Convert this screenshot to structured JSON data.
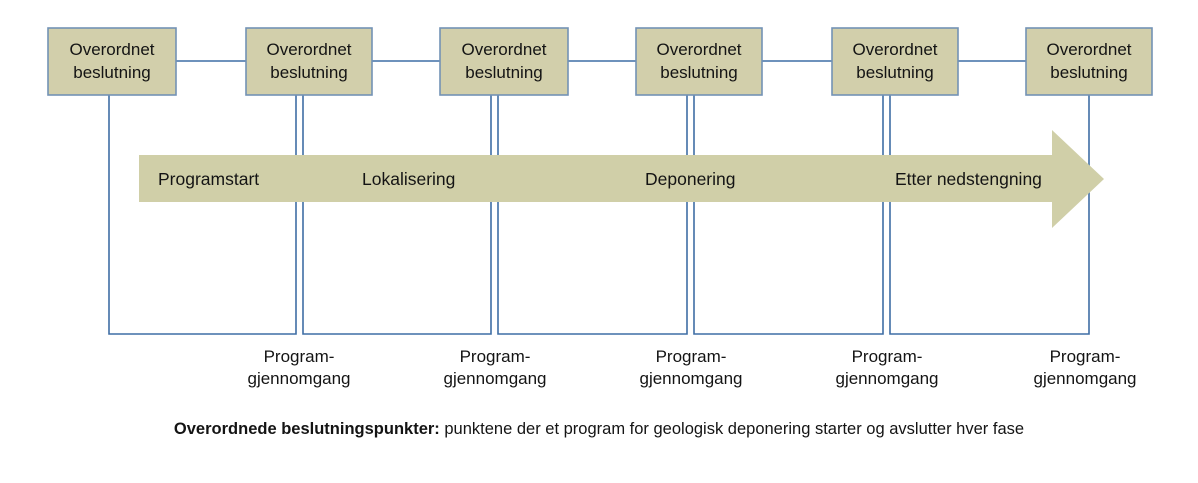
{
  "diagram": {
    "colors": {
      "box_fill": "#d2cfab",
      "box_border": "#7392b5",
      "connector": "#3f6ea5",
      "band_fill": "#d0cfa8",
      "text": "#141414",
      "background": "#ffffff"
    },
    "decision_boxes": [
      {
        "line1": "Overordnet",
        "line2": "beslutning"
      },
      {
        "line1": "Overordnet",
        "line2": "beslutning"
      },
      {
        "line1": "Overordnet",
        "line2": "beslutning"
      },
      {
        "line1": "Overordnet",
        "line2": "beslutning"
      },
      {
        "line1": "Overordnet",
        "line2": "beslutning"
      },
      {
        "line1": "Overordnet",
        "line2": "beslutning"
      }
    ],
    "phases": [
      {
        "label": "Programstart"
      },
      {
        "label": "Lokalisering"
      },
      {
        "label": "Deponering"
      },
      {
        "label": "Etter nedstengning"
      }
    ],
    "reviews": [
      {
        "line1": "Program-",
        "line2": "gjennomgang"
      },
      {
        "line1": "Program-",
        "line2": "gjennomgang"
      },
      {
        "line1": "Program-",
        "line2": "gjennomgang"
      },
      {
        "line1": "Program-",
        "line2": "gjennomgang"
      },
      {
        "line1": "Program-",
        "line2": "gjennomgang"
      }
    ],
    "caption": {
      "bold": "Overordnede beslutningspunkter:",
      "rest": " punktene der et program for geologisk deponering starter og avslutter hver fase"
    }
  }
}
